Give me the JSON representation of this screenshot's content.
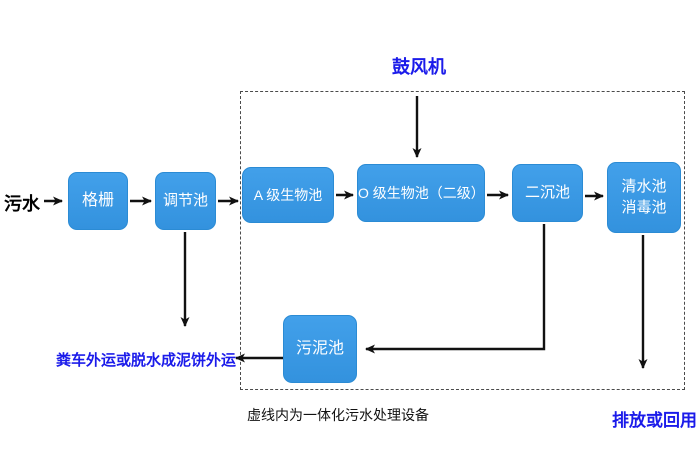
{
  "colors": {
    "box_fill": "#42a0ea",
    "box_fill_dark": "#3392de",
    "box_border": "#2b8bd4",
    "blue_text": "#1b1bea",
    "arrow": "#111111",
    "dash_border": "#4a4a4a"
  },
  "labels": {
    "wastewater": "污水",
    "blower": "鼓风机",
    "sludge_out": "粪车外运或脱水成泥饼外运",
    "dashed_caption": "虚线内为一体化污水处理设备",
    "discharge": "排放或回用"
  },
  "nodes": {
    "grille": "格栅",
    "regulating": "调节池",
    "a_bio": "A 级生物池",
    "o_bio": "O 级生物池（二级）",
    "secondary_sedimentation": "二沉池",
    "clear_water": "清水池",
    "disinfection": "消毒池",
    "sludge": "污泥池"
  }
}
